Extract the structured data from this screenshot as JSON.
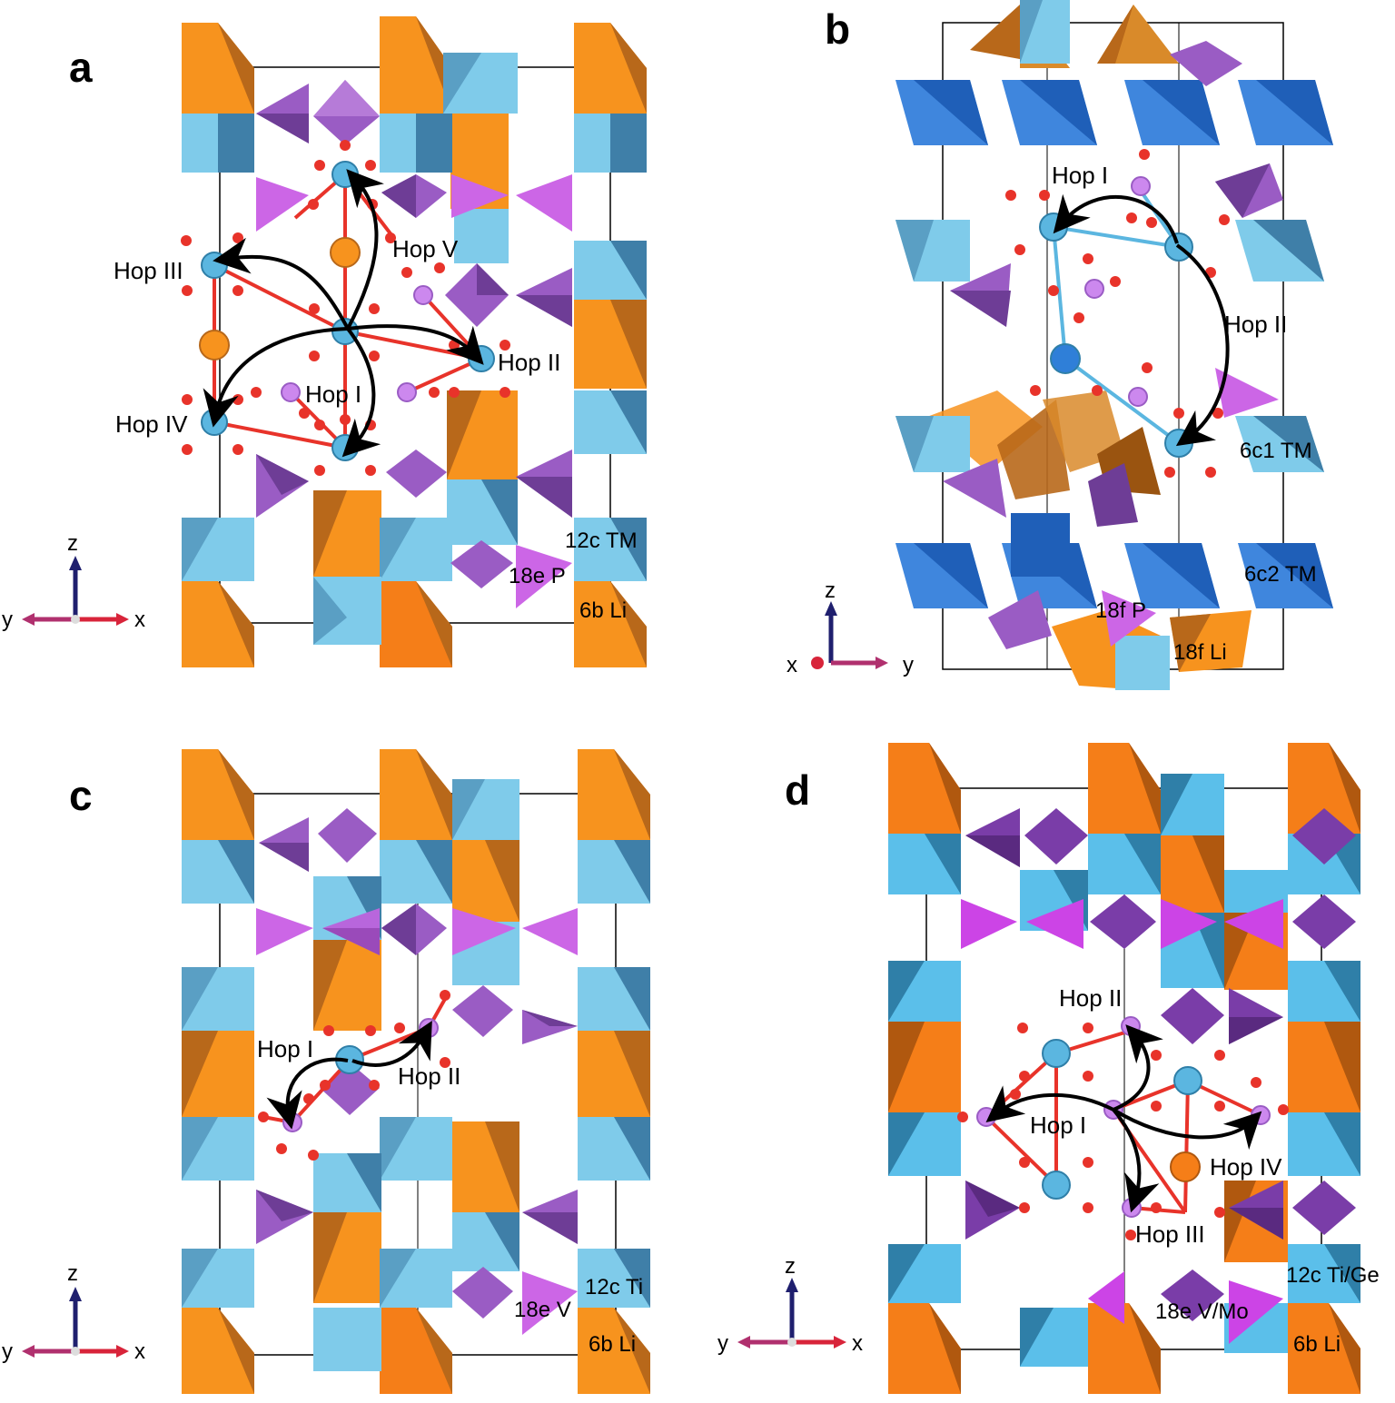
{
  "colors": {
    "li_orange": "#F7931E",
    "li_orange_dark": "#B8681A",
    "tm_blue_light": "#7FCBEA",
    "tm_blue_dark": "#3F7FA8",
    "tm_blue_b": "#2F7FD8",
    "p_purple": "#9A5CC4",
    "p_purple_light": "#CC66E6",
    "oxygen_red": "#E8332A",
    "atom_blue": "#5BB6E0",
    "arrow": "#000000"
  },
  "panels": {
    "a": {
      "letter": "a",
      "hops": [
        "Hop III",
        "Hop V",
        "Hop II",
        "Hop I",
        "Hop IV"
      ],
      "sites": [
        "12c TM",
        "18e P",
        "6b Li"
      ],
      "axes": {
        "up": "z",
        "left": "y",
        "right": "x"
      }
    },
    "b": {
      "letter": "b",
      "hops": [
        "Hop I",
        "Hop II"
      ],
      "sites": [
        "6c1 TM",
        "6c2 TM",
        "18f P",
        "18f Li"
      ],
      "axes": {
        "up": "z",
        "left": "x",
        "right": "y"
      }
    },
    "c": {
      "letter": "c",
      "hops": [
        "Hop I",
        "Hop II"
      ],
      "sites": [
        "12c Ti",
        "18e V",
        "6b Li"
      ],
      "axes": {
        "up": "z",
        "left": "y",
        "right": "x"
      }
    },
    "d": {
      "letter": "d",
      "hops": [
        "Hop II",
        "Hop I",
        "Hop IV",
        "Hop III"
      ],
      "sites": [
        "12c Ti/Ge",
        "18e V/Mo",
        "6b Li"
      ],
      "axes": {
        "up": "z",
        "left": "y",
        "right": "x"
      }
    }
  }
}
